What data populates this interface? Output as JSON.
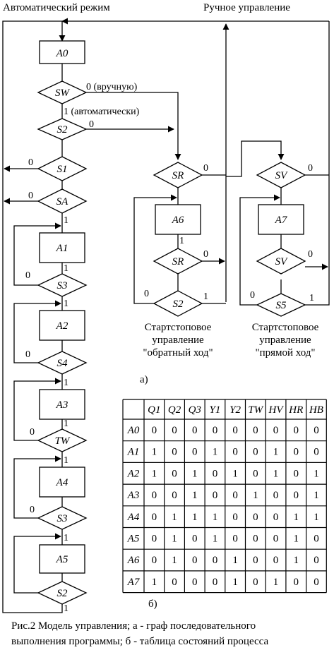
{
  "headers": {
    "auto_mode": "Автоматический режим",
    "manual_mode": "Ручное управление"
  },
  "nodes": {
    "A0": "A0",
    "SW": "SW",
    "S2_top": "S2",
    "S1": "S1",
    "SA": "SA",
    "A1": "A1",
    "S3_a": "S3",
    "A2": "A2",
    "S4": "S4",
    "A3": "A3",
    "TW": "TW",
    "A4": "A4",
    "S3_b": "S3",
    "A5": "A5",
    "S2_bottom": "S2",
    "SR_top": "SR",
    "A6": "A6",
    "SR_bottom": "SR",
    "S2_mid": "S2",
    "SV_top": "SV",
    "A7": "A7",
    "SV_bottom": "SV",
    "S5": "S5"
  },
  "edge_labels": {
    "sw_manual": "0 (вручную)",
    "sw_auto": "1 (автоматически)",
    "s2_zero": "0",
    "s1_zero": "0",
    "sa_zero": "0",
    "sa_one": "1",
    "a1_one": "1",
    "s3a_zero": "0",
    "s3a_one": "1",
    "s4_zero": "0",
    "s4_one": "1",
    "a3_one": "1",
    "tw_zero": "0",
    "tw_one": "1",
    "s3b_zero": "0",
    "s3b_one": "1",
    "s2b_one": "1",
    "srt_zero": "0",
    "srt_one": "1",
    "srb_zero": "0",
    "s2m_zero": "0",
    "s2m_one": "1",
    "svt_zero": "0",
    "svb_zero": "0",
    "s5_zero": "0",
    "s5_one": "1"
  },
  "captions": {
    "reverse_l1": "Стартстоповое",
    "reverse_l2": "управление",
    "reverse_l3": "\"обратный ход\"",
    "forward_l1": "Стартстоповое",
    "forward_l2": "управление",
    "forward_l3": "\"прямой ход\"",
    "part_a": "а)",
    "part_b": "б)",
    "figure_l1": "Рис.2 Модель управления; а - граф последовательного",
    "figure_l2": "выполнения программы; б - таблица состояний процесса"
  },
  "state_table": {
    "columns": [
      "Q1",
      "Q2",
      "Q3",
      "Y1",
      "Y2",
      "TW",
      "HV",
      "HR",
      "HB"
    ],
    "rows": [
      {
        "state": "A0",
        "values": [
          "0",
          "0",
          "0",
          "0",
          "0",
          "0",
          "0",
          "0",
          "0"
        ]
      },
      {
        "state": "A1",
        "values": [
          "1",
          "0",
          "0",
          "1",
          "0",
          "0",
          "1",
          "0",
          "0"
        ]
      },
      {
        "state": "A2",
        "values": [
          "1",
          "0",
          "1",
          "0",
          "1",
          "0",
          "1",
          "0",
          "1"
        ]
      },
      {
        "state": "A3",
        "values": [
          "0",
          "0",
          "1",
          "0",
          "0",
          "1",
          "0",
          "0",
          "1"
        ]
      },
      {
        "state": "A4",
        "values": [
          "0",
          "1",
          "1",
          "1",
          "0",
          "0",
          "0",
          "1",
          "1"
        ]
      },
      {
        "state": "A5",
        "values": [
          "0",
          "1",
          "0",
          "1",
          "0",
          "0",
          "0",
          "1",
          "0"
        ]
      },
      {
        "state": "A6",
        "values": [
          "0",
          "1",
          "0",
          "0",
          "1",
          "0",
          "0",
          "1",
          "0"
        ]
      },
      {
        "state": "A7",
        "values": [
          "1",
          "0",
          "0",
          "0",
          "1",
          "0",
          "1",
          "0",
          "0"
        ]
      }
    ]
  }
}
